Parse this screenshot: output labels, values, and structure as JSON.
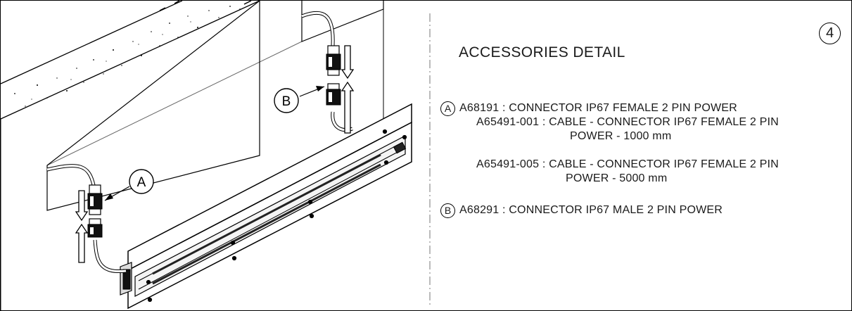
{
  "step_number": "4",
  "title": "ACCESSORIES DETAIL",
  "callouts": {
    "a": "A",
    "b": "B"
  },
  "legend": [
    {
      "badge": "A",
      "text": "A68191 : CONNECTOR IP67 FEMALE 2 PIN POWER"
    },
    {
      "badge": "B",
      "text": "A68291 : CONNECTOR IP67 MALE 2 PIN POWER"
    }
  ],
  "cables": [
    {
      "line1": "A65491-001 : CABLE - CONNECTOR IP67 FEMALE 2 PIN",
      "line2": "POWER - 1000 mm"
    },
    {
      "line1": "A65491-005 : CABLE - CONNECTOR IP67 FEMALE 2 PIN",
      "line2": "POWER - 5000 mm"
    }
  ]
}
